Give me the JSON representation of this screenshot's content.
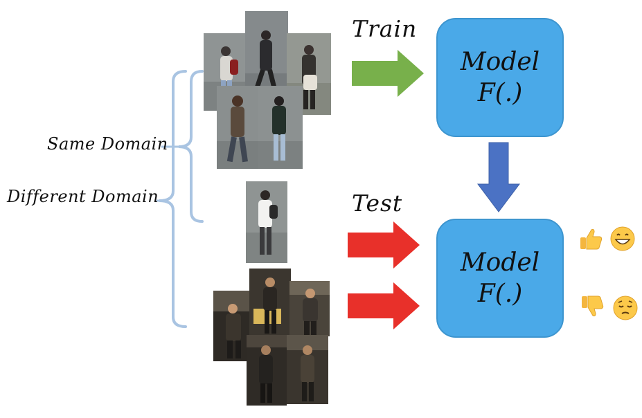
{
  "labels": {
    "same_domain": "Same Domain",
    "different_domain": "Different Domain",
    "train": "Train",
    "test": "Test"
  },
  "models": [
    {
      "name": "Model",
      "func": "F(.)"
    },
    {
      "name": "Model",
      "func": "F(.)"
    }
  ],
  "icons": {
    "good_result": [
      "thumbs-up-icon",
      "grinning-face-icon"
    ],
    "bad_result": [
      "thumbs-down-icon",
      "pensive-face-icon"
    ]
  },
  "colors": {
    "model_fill": "#4aa9e8",
    "train_arrow": "#78b04b",
    "test_arrow": "#e8302a",
    "down_arrow": "#4b72c4",
    "bracket": "#a9c4e2"
  }
}
